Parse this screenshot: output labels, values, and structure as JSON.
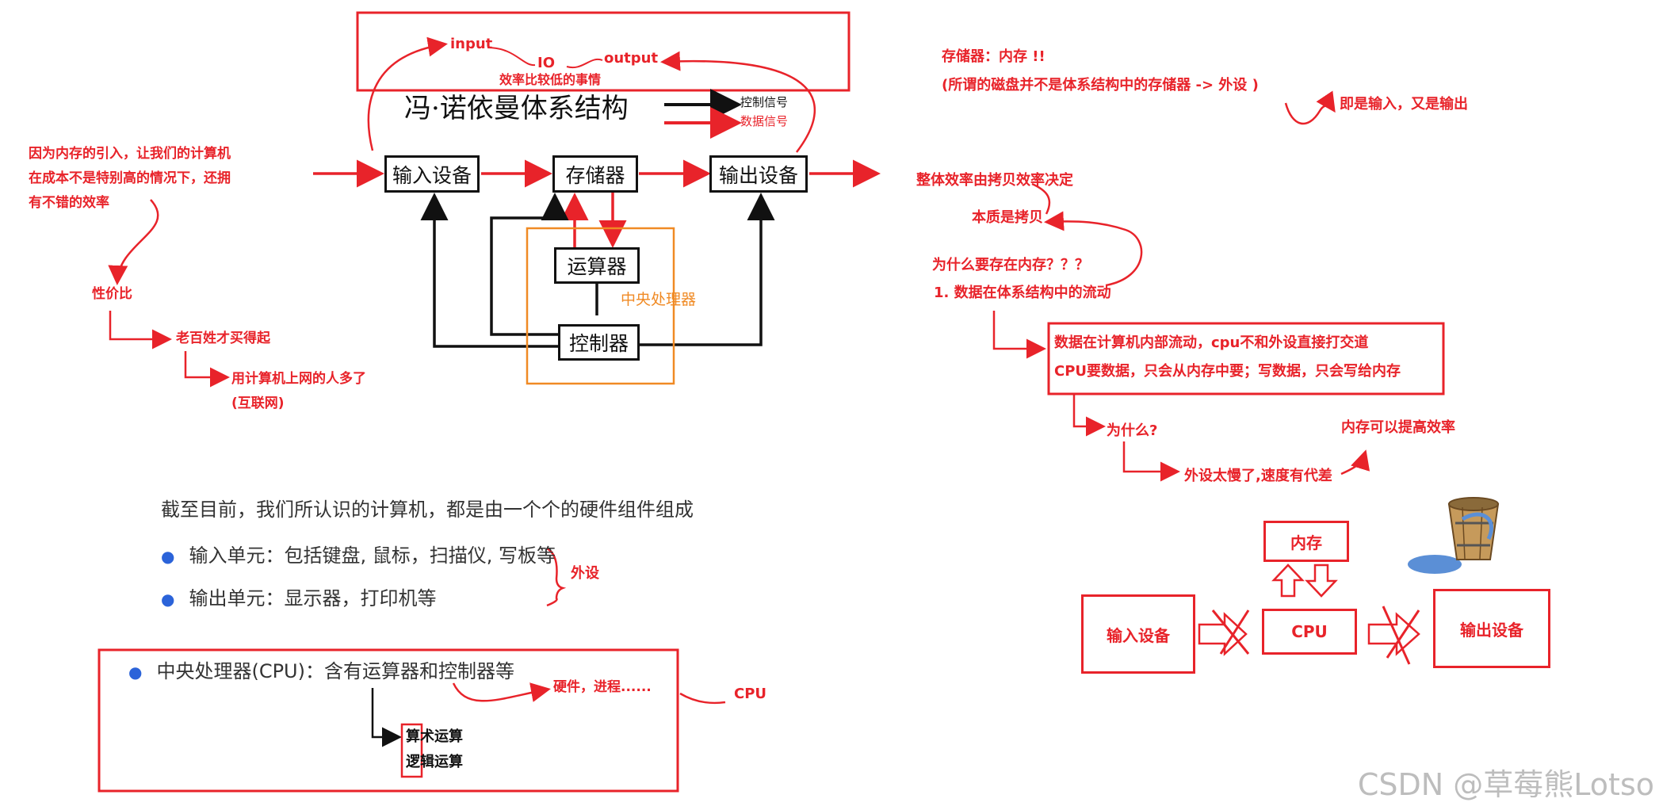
{
  "io_box": {
    "input": "input",
    "io": "IO",
    "output": "output",
    "note": "效率比较低的事情"
  },
  "diagram": {
    "title": "冯·诺依曼体系结构",
    "legend_control": "控制信号",
    "legend_data": "数据信号",
    "input_device": "输入设备",
    "memory": "存储器",
    "output_device": "输出设备",
    "alu": "运算器",
    "controller": "控制器",
    "cpu_label": "中央处理器"
  },
  "left_notes": {
    "line1": "因为内存的引入，让我们的计算机",
    "line2": "在成本不是特别高的情况下，还拥",
    "line3": "有不错的效率",
    "ratio": "性价比",
    "affordable": "老百姓才买得起",
    "internet1": "用计算机上网的人多了",
    "internet2": "(互联网)"
  },
  "hardware": {
    "intro": "截至目前，我们所认识的计算机，都是由一个个的硬件组件组成",
    "input_unit": "输入单元：包括键盘, 鼠标，扫描仪, 写板等",
    "output_unit": "输出单元：显示器，打印机等",
    "peripheral": "外设",
    "cpu_item": "中央处理器(CPU)：含有运算器和控制器等",
    "hw_process": "硬件，进程......",
    "cpu_tag": "CPU",
    "arith": "算术运算",
    "logic": "逻辑运算"
  },
  "right_notes": {
    "storage": "存储器：内存 !!",
    "disk": "(所谓的磁盘并不是体系结构中的存储器 -> 外设 )",
    "both": "即是输入，又是输出",
    "efficiency": "整体效率由拷贝效率决定",
    "essence": "本质是拷贝",
    "why_memory": "为什么要存在内存？？？",
    "flow": "1. 数据在体系结构中的流动",
    "box_line1": "数据在计算机内部流动，cpu不和外设直接打交道",
    "box_line2": "CPU要数据，只会从内存中要；写数据，只会写给内存",
    "why": "为什么?",
    "slow": "外设太慢了,速度有代差",
    "improve": "内存可以提高效率"
  },
  "mini": {
    "memory": "内存",
    "input": "输入设备",
    "cpu": "CPU",
    "output": "输出设备"
  },
  "watermark": "CSDN @草莓熊Lotso",
  "colors": {
    "red": "#e8232a",
    "orange": "#f08a24",
    "black": "#111111",
    "bullet_blue": "#2b63d9"
  },
  "icons": [
    "bucket-icon"
  ]
}
